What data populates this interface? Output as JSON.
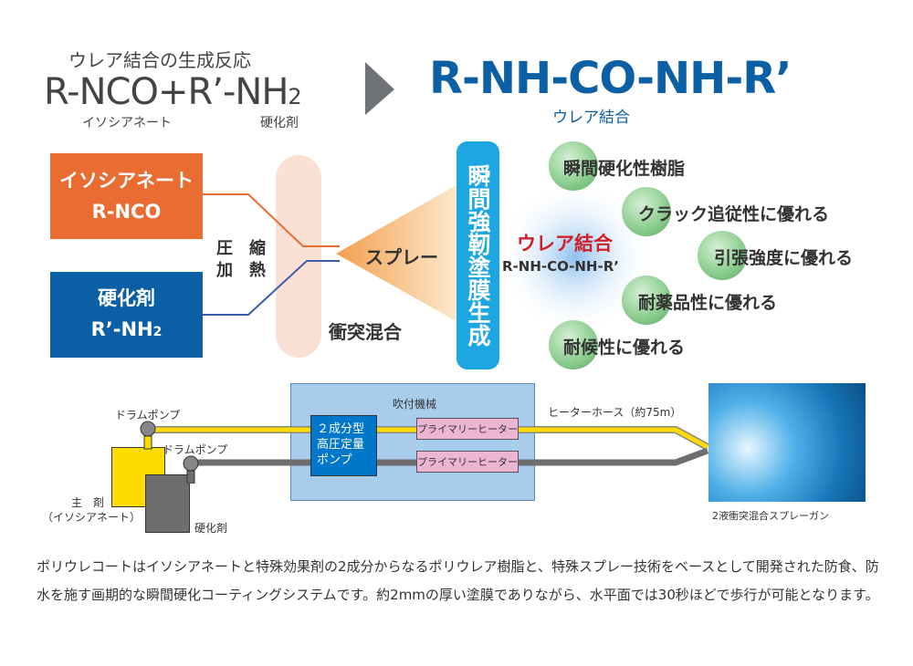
{
  "reaction": {
    "title": "ウレア結合の生成反応",
    "formula": "R-NCO+R’-NH",
    "formula_sub": "2",
    "label_isocyanate": "イソシアネート",
    "label_hardener": "硬化剤"
  },
  "product": {
    "formula": "R-NH-CO-NH-R’",
    "label": "ウレア結合"
  },
  "flow": {
    "box1": {
      "line1": "イソシアネート",
      "line2": "R-NCO",
      "color": "#e96c33"
    },
    "box2": {
      "line1": "硬化剤",
      "line2": "R’-NH",
      "line2_sub": "2",
      "color": "#0b5fa5"
    },
    "pressure": "圧　縮",
    "heat": "加　熱",
    "spray": "スプレー",
    "collision": "衝突混合",
    "vertical": "瞬間強靭塗膜生成",
    "center_title": "ウレア結合",
    "center_formula": "R-NH-CO-NH-R’",
    "features": [
      "瞬間硬化性樹脂",
      "クラック追従性に優れる",
      "引張強度に優れる",
      "耐薬品性に優れる",
      "耐候性に優れる"
    ]
  },
  "machine": {
    "drum_pump_1": "ドラムポンプ",
    "drum_pump_2": "ドラムポンプ",
    "main_agent": "主　剤",
    "main_agent_sub": "（イソシアネート）",
    "hardener": "硬化剤",
    "machine_title": "吹付機械",
    "pump": [
      "２成分型",
      "高圧定量",
      "ポンプ"
    ],
    "heater_1": "プライマリーヒーター",
    "heater_2": "プライマリーヒーター",
    "hose": "ヒーターホース（約75m）",
    "gun": "2液衝突混合スプレーガン"
  },
  "description": "ポリウレコートはイソシアネートと特殊効果剤の2成分からなるポリウレア樹脂と、特殊スプレー技術をベースとして開発された防食、防水を施す画期的な瞬間硬化コーティングシステムです。約2mmの厚い塗膜でありながら、水平面では30秒ほどで歩行が可能となります。"
}
